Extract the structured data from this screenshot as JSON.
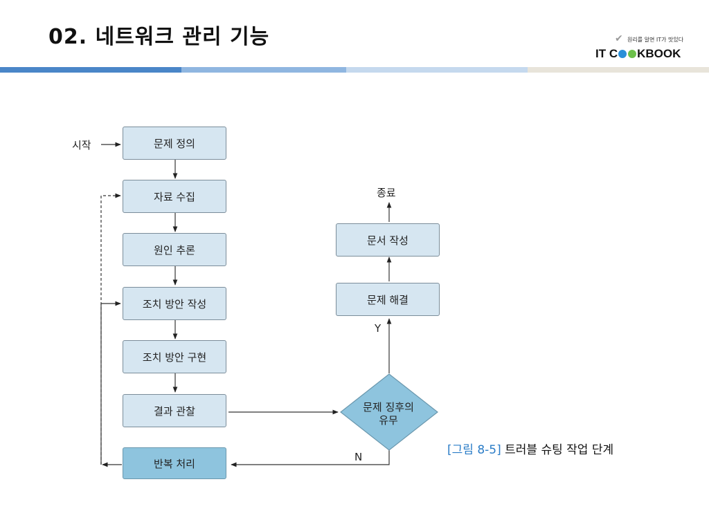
{
  "slide": {
    "title": "02. 네트워크 관리 기능"
  },
  "logo": {
    "tagline": "원리를 알면 IT가 맛있다",
    "word_left": "IT C",
    "word_right": "KBOOK"
  },
  "flowchart": {
    "start_label": "시작",
    "end_label": "종료",
    "steps": [
      "문제 정의",
      "자료 수집",
      "원인 추론",
      "조치 방안 작성",
      "조치 방안 구현",
      "결과 관찰",
      "반복 처리"
    ],
    "right_steps": [
      "문서 작성",
      "문제 해결"
    ],
    "decision_line1": "문제 징후의",
    "decision_line2": "유무",
    "yes_label": "Y",
    "no_label": "N"
  },
  "caption": {
    "ref": "[그림 8-5]",
    "text": "트러블 슈팅 작업 단계"
  },
  "colors": {
    "box_fill": "#d6e6f1",
    "repeat_box_fill": "#8ec4de",
    "band_blue": "#4a86c8",
    "caption_ref": "#2a7cc7"
  }
}
